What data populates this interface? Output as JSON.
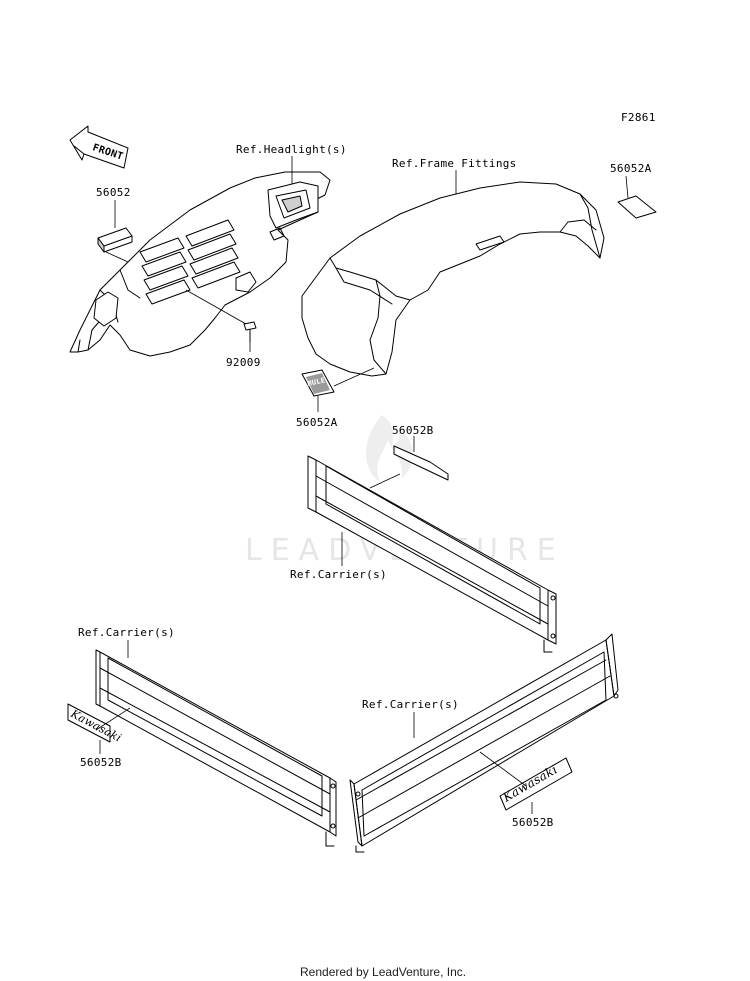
{
  "diagram": {
    "code": "F2861",
    "front_arrow": "FRONT",
    "watermark": "LEADVENTURE",
    "labels": {
      "headlight": "Ref.Headlight(s)",
      "frame_fittings": "Ref.Frame Fittings",
      "carrier_top": "Ref.Carrier(s)",
      "carrier_left": "Ref.Carrier(s)",
      "carrier_right": "Ref.Carrier(s)"
    },
    "part_numbers": {
      "p56052": "56052",
      "p92009": "92009",
      "p56052A_top": "56052A",
      "p56052A_mid": "56052A",
      "p56052B_top": "56052B",
      "p56052B_left": "56052B",
      "p56052B_right": "56052B"
    },
    "decals": {
      "mule": "MULE",
      "kawasaki_left": "Kawasaki",
      "kawasaki_right": "Kawasaki"
    },
    "footer": "Rendered by LeadVenture, Inc."
  }
}
